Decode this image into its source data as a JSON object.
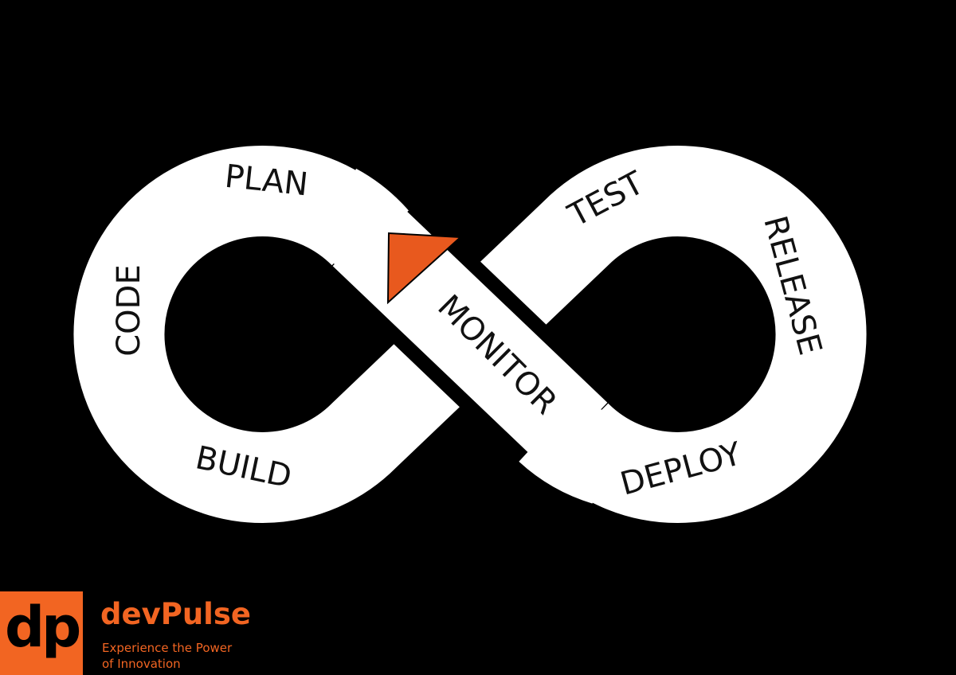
{
  "diagram": {
    "stages": {
      "plan": "PLAN",
      "code": "CODE",
      "build": "BUILD",
      "monitor": "MONITOR",
      "test": "TEST",
      "release": "RELEASE",
      "deploy": "DEPLOY"
    },
    "colors": {
      "background": "#000000",
      "band": "#ffffff",
      "accent": "#e8591e"
    }
  },
  "brand": {
    "logo_mark": "dp",
    "name": "devPulse",
    "tagline_line1": "Experience the Power",
    "tagline_line2": "of Innovation",
    "color": "#f26522"
  }
}
